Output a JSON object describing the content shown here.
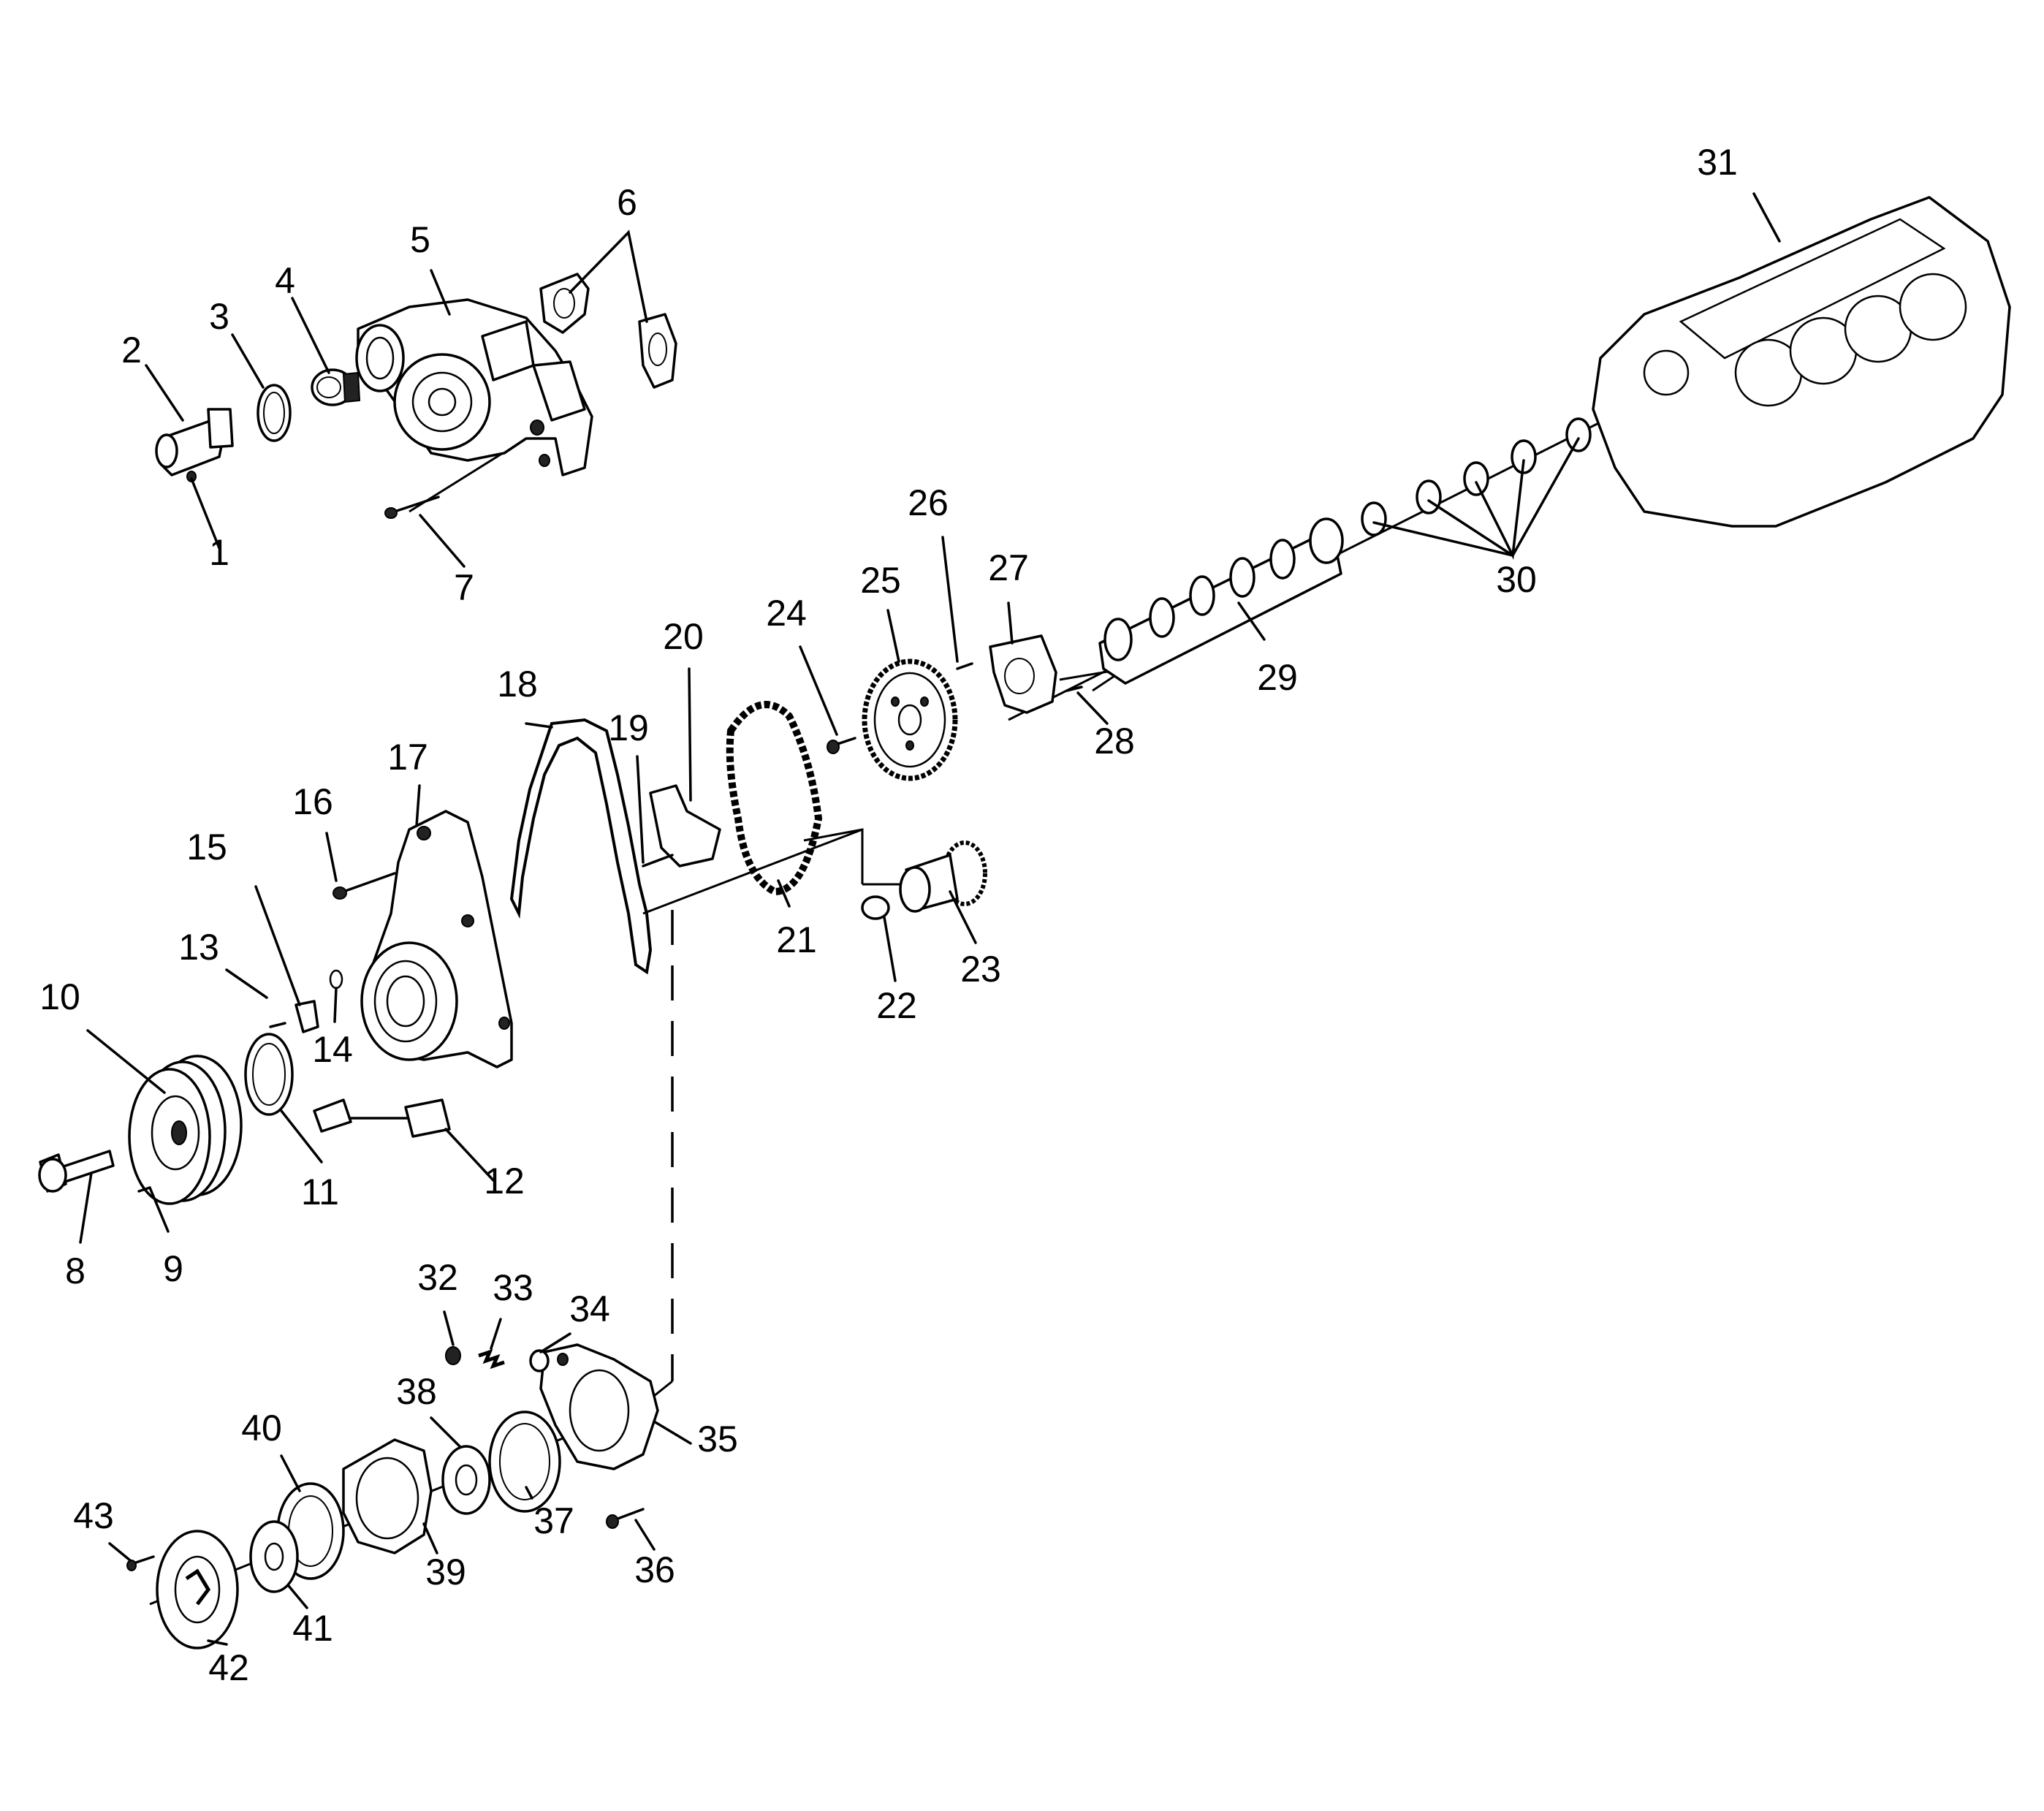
{
  "labels": [
    "1",
    "2",
    "3",
    "4",
    "5",
    "6",
    "7",
    "8",
    "9",
    "10",
    "11",
    "12",
    "13",
    "14",
    "15",
    "16",
    "17",
    "18",
    "19",
    "20",
    "21",
    "22",
    "23",
    "24",
    "25",
    "26",
    "27",
    "28",
    "29",
    "30",
    "31",
    "32",
    "33",
    "34",
    "35",
    "36",
    "37",
    "38",
    "39",
    "40",
    "41",
    "42",
    "43"
  ]
}
